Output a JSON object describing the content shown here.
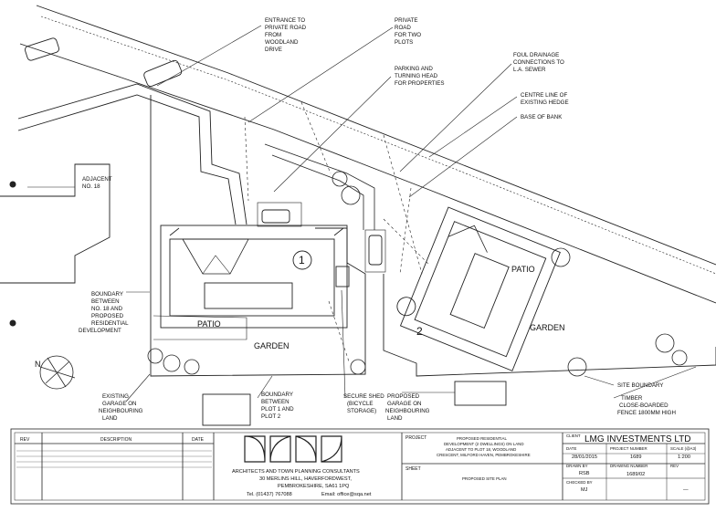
{
  "annotations": {
    "entrance": [
      "ENTRANCE TO",
      "PRIVATE ROAD",
      "FROM",
      "WOODLAND",
      "DRIVE"
    ],
    "private_road": [
      "PRIVATE",
      "ROAD",
      "FOR TWO",
      "PLOTS"
    ],
    "parking": [
      "PARKING AND",
      "TURNING HEAD",
      "FOR PROPERTIES"
    ],
    "foul_drainage": [
      "FOUL DRAINAGE",
      "CONNECTIONS TO",
      "L.A. SEWER"
    ],
    "hedge_centre": [
      "CENTRE LINE OF",
      "EXISTING HEDGE"
    ],
    "bank_base": [
      "BASE OF BANK"
    ],
    "adjacent": [
      "ADJACENT",
      "NO. 18"
    ],
    "boundary_no18": [
      "BOUNDARY",
      "BETWEEN",
      "NO. 18 AND",
      "PROPOSED",
      "RESIDENTIAL",
      "DEVELOPMENT"
    ],
    "existing_garage": [
      "EXISTING",
      "GARAGE ON",
      "NEIGHBOURING",
      "LAND"
    ],
    "boundary_plots": [
      "BOUNDARY",
      "BETWEEN",
      "PLOT 1 AND",
      "PLOT 2"
    ],
    "secure_shed": [
      "SECURE SHED",
      "(BICYCLE",
      "STORAGE)"
    ],
    "proposed_garage": [
      "PROPOSED",
      "GARAGE ON",
      "NEIGHBOURING",
      "LAND"
    ],
    "site_boundary": [
      "SITE BOUNDARY"
    ],
    "timber_fence": [
      "TIMBER",
      "CLOSE-BOARDED",
      "FENCE 1800MM HIGH"
    ]
  },
  "plan_labels": {
    "patio_1": "PATIO",
    "garden_1": "GARDEN",
    "patio_2": "PATIO",
    "garden_2": "GARDEN",
    "plot_1": "1",
    "plot_2": "2",
    "north": "N"
  },
  "title_block": {
    "rev_header": "REV",
    "description_header": "DESCRIPTION",
    "date_header": "DATE",
    "practice_name": "ARCHITECTS AND TOWN PLANNING CONSULTANTS",
    "address_1": "30 MERLINS HILL, HAVERFORDWEST,",
    "address_2": "PEMBROKESHIRE, SA61 1PQ",
    "tel": "Tel. (01437) 767088",
    "email": "Email: office@sqa.net",
    "project_label": "PROJECT",
    "project_lines": [
      "PROPOSED RESIDENTIAL",
      "DEVELOPMENT (2 DWELLINGS) ON LAND",
      "ADJACENT TO PLOT 18, WOODLAND",
      "CRESCENT, MILFORD HAVEN, PEMBROKESHIRE"
    ],
    "client_label": "CLIENT",
    "client_name": "LMG INVESTMENTS LTD",
    "sheet_label": "SHEET",
    "sheet_title": "PROPOSED SITE PLAN",
    "date_label": "DATE",
    "date_value": "28/01/2015",
    "project_number_label": "PROJECT NUMBER",
    "project_number": "1689",
    "scale_label": "SCALE (@A3)",
    "scale_value": "1:200",
    "drawn_by_label": "DRAWN BY",
    "drawn_by": "RSB",
    "drawing_number_label": "DRAWING NUMBER",
    "drawing_number": "1689/02",
    "rev_label": "REV",
    "checked_by_label": "CHECKED BY",
    "checked_by": "MJ",
    "rev_value": "—"
  }
}
